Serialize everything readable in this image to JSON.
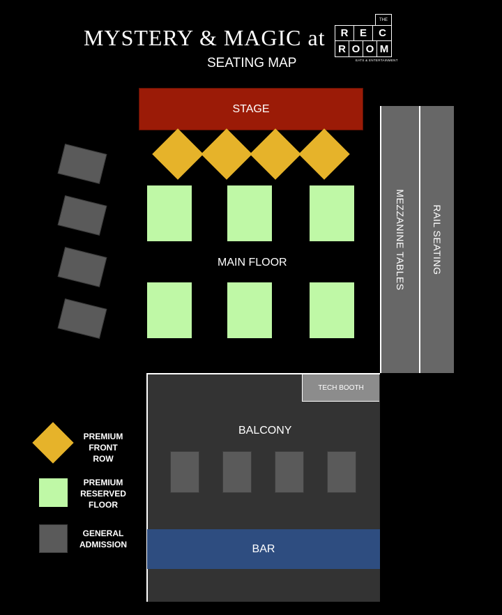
{
  "header": {
    "title": "MYSTERY & MAGIC at",
    "subtitle": "SEATING MAP",
    "logo": {
      "top": "THE",
      "row1": [
        "R",
        "E",
        "C"
      ],
      "row2": [
        "R",
        "O",
        "O",
        "M"
      ],
      "tagline": "EATS & ENTERTAINMENT"
    }
  },
  "map": {
    "stage": "STAGE",
    "main_floor": "MAIN FLOOR",
    "mezzanine": "MEZZANINE TABLES",
    "rail": "RAIL SEATING",
    "tech_booth": "TECH BOOTH",
    "balcony": "BALCONY",
    "bar": "BAR"
  },
  "legend": {
    "premium_front": [
      "PREMIUM",
      "FRONT",
      "ROW"
    ],
    "premium_floor": [
      "PREMIUM",
      "RESERVED",
      "FLOOR"
    ],
    "general": [
      "GENERAL",
      "ADMISSION"
    ]
  },
  "colors": {
    "stage": "#9b1b07",
    "premium_front_row": "#e6b32a",
    "premium_reserved_floor": "#bff8a6",
    "general_admission": "#5a5a5a",
    "bar": "#2e4d80"
  }
}
